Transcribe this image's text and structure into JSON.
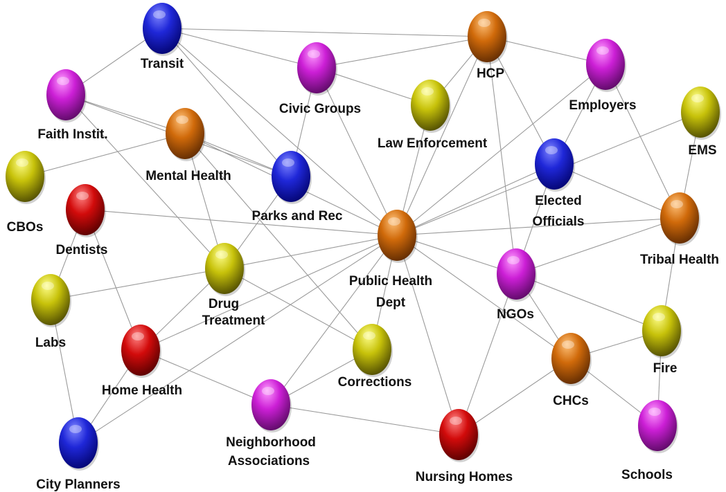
{
  "colors": {
    "blue": [
      "#7f86ff",
      "#1f27d8",
      "#030470"
    ],
    "purple": [
      "#ff9cff",
      "#cc1fd6",
      "#5a0a63"
    ],
    "orange": [
      "#ffc27a",
      "#d06a0a",
      "#5e2a02"
    ],
    "yellow": [
      "#ffff8c",
      "#c7c20a",
      "#4d4a02"
    ],
    "red": [
      "#ff8585",
      "#d20b0b",
      "#560000"
    ],
    "edge": "#9a9a9a",
    "title_fragment": "#7a1f9c"
  },
  "nodes": [
    {
      "id": "transit",
      "label": [
        "Transit"
      ],
      "color": "blue"
    },
    {
      "id": "civic",
      "label": [
        "Civic Groups"
      ],
      "color": "purple"
    },
    {
      "id": "hcp",
      "label": [
        "HCP"
      ],
      "color": "orange"
    },
    {
      "id": "employers",
      "label": [
        "Employers"
      ],
      "color": "purple"
    },
    {
      "id": "faith",
      "label": [
        "Faith Instit."
      ],
      "color": "purple"
    },
    {
      "id": "law",
      "label": [
        "Law Enforcement"
      ],
      "color": "yellow"
    },
    {
      "id": "ems",
      "label": [
        "EMS"
      ],
      "color": "yellow"
    },
    {
      "id": "mental",
      "label": [
        "Mental Health"
      ],
      "color": "orange"
    },
    {
      "id": "parks",
      "label": [
        "Parks and Rec"
      ],
      "color": "blue"
    },
    {
      "id": "elected",
      "label": [
        "Elected",
        "Officials"
      ],
      "color": "blue"
    },
    {
      "id": "cbos",
      "label": [
        "CBOs"
      ],
      "color": "yellow"
    },
    {
      "id": "dentists",
      "label": [
        "Dentists"
      ],
      "color": "red"
    },
    {
      "id": "phd",
      "label": [
        "Public Health",
        "Dept"
      ],
      "color": "orange"
    },
    {
      "id": "tribal",
      "label": [
        "Tribal Health"
      ],
      "color": "orange"
    },
    {
      "id": "drug",
      "label": [
        "Drug",
        "Treatment"
      ],
      "color": "yellow"
    },
    {
      "id": "ngos",
      "label": [
        "NGOs"
      ],
      "color": "purple"
    },
    {
      "id": "labs",
      "label": [
        "Labs"
      ],
      "color": "yellow"
    },
    {
      "id": "fire",
      "label": [
        "Fire"
      ],
      "color": "yellow"
    },
    {
      "id": "home",
      "label": [
        "Home Health"
      ],
      "color": "red"
    },
    {
      "id": "corrections",
      "label": [
        "Corrections"
      ],
      "color": "yellow"
    },
    {
      "id": "chcs",
      "label": [
        "CHCs"
      ],
      "color": "orange"
    },
    {
      "id": "neighborhood",
      "label": [
        "Neighborhood",
        "Associations"
      ],
      "color": "purple"
    },
    {
      "id": "nursing",
      "label": [
        "Nursing Homes"
      ],
      "color": "red"
    },
    {
      "id": "schools",
      "label": [
        "Schools"
      ],
      "color": "purple"
    },
    {
      "id": "planners",
      "label": [
        "City Planners"
      ],
      "color": "blue"
    }
  ],
  "edges": [
    [
      "transit",
      "faith"
    ],
    [
      "transit",
      "hcp"
    ],
    [
      "transit",
      "civic"
    ],
    [
      "transit",
      "parks"
    ],
    [
      "transit",
      "phd"
    ],
    [
      "faith",
      "mental"
    ],
    [
      "faith",
      "parks"
    ],
    [
      "faith",
      "drug"
    ],
    [
      "cbos",
      "mental"
    ],
    [
      "mental",
      "phd"
    ],
    [
      "mental",
      "parks"
    ],
    [
      "mental",
      "drug"
    ],
    [
      "mental",
      "corrections"
    ],
    [
      "civic",
      "hcp"
    ],
    [
      "civic",
      "law"
    ],
    [
      "civic",
      "parks"
    ],
    [
      "civic",
      "phd"
    ],
    [
      "hcp",
      "employers"
    ],
    [
      "hcp",
      "law"
    ],
    [
      "hcp",
      "phd"
    ],
    [
      "hcp",
      "elected"
    ],
    [
      "hcp",
      "ngos"
    ],
    [
      "employers",
      "tribal"
    ],
    [
      "employers",
      "elected"
    ],
    [
      "employers",
      "phd"
    ],
    [
      "ems",
      "tribal"
    ],
    [
      "ems",
      "phd"
    ],
    [
      "law",
      "phd"
    ],
    [
      "parks",
      "drug"
    ],
    [
      "elected",
      "tribal"
    ],
    [
      "elected",
      "ngos"
    ],
    [
      "elected",
      "phd"
    ],
    [
      "tribal",
      "phd"
    ],
    [
      "tribal",
      "ngos"
    ],
    [
      "tribal",
      "fire"
    ],
    [
      "dentists",
      "phd"
    ],
    [
      "dentists",
      "labs"
    ],
    [
      "dentists",
      "home"
    ],
    [
      "drug",
      "phd"
    ],
    [
      "drug",
      "labs"
    ],
    [
      "drug",
      "home"
    ],
    [
      "drug",
      "corrections"
    ],
    [
      "phd",
      "ngos"
    ],
    [
      "phd",
      "chcs"
    ],
    [
      "phd",
      "corrections"
    ],
    [
      "phd",
      "home"
    ],
    [
      "phd",
      "neighborhood"
    ],
    [
      "phd",
      "nursing"
    ],
    [
      "phd",
      "planners"
    ],
    [
      "ngos",
      "chcs"
    ],
    [
      "ngos",
      "fire"
    ],
    [
      "ngos",
      "nursing"
    ],
    [
      "fire",
      "chcs"
    ],
    [
      "fire",
      "schools"
    ],
    [
      "chcs",
      "schools"
    ],
    [
      "chcs",
      "nursing"
    ],
    [
      "corrections",
      "neighborhood"
    ],
    [
      "home",
      "neighborhood"
    ],
    [
      "home",
      "planners"
    ],
    [
      "labs",
      "planners"
    ],
    [
      "neighborhood",
      "nursing"
    ]
  ]
}
